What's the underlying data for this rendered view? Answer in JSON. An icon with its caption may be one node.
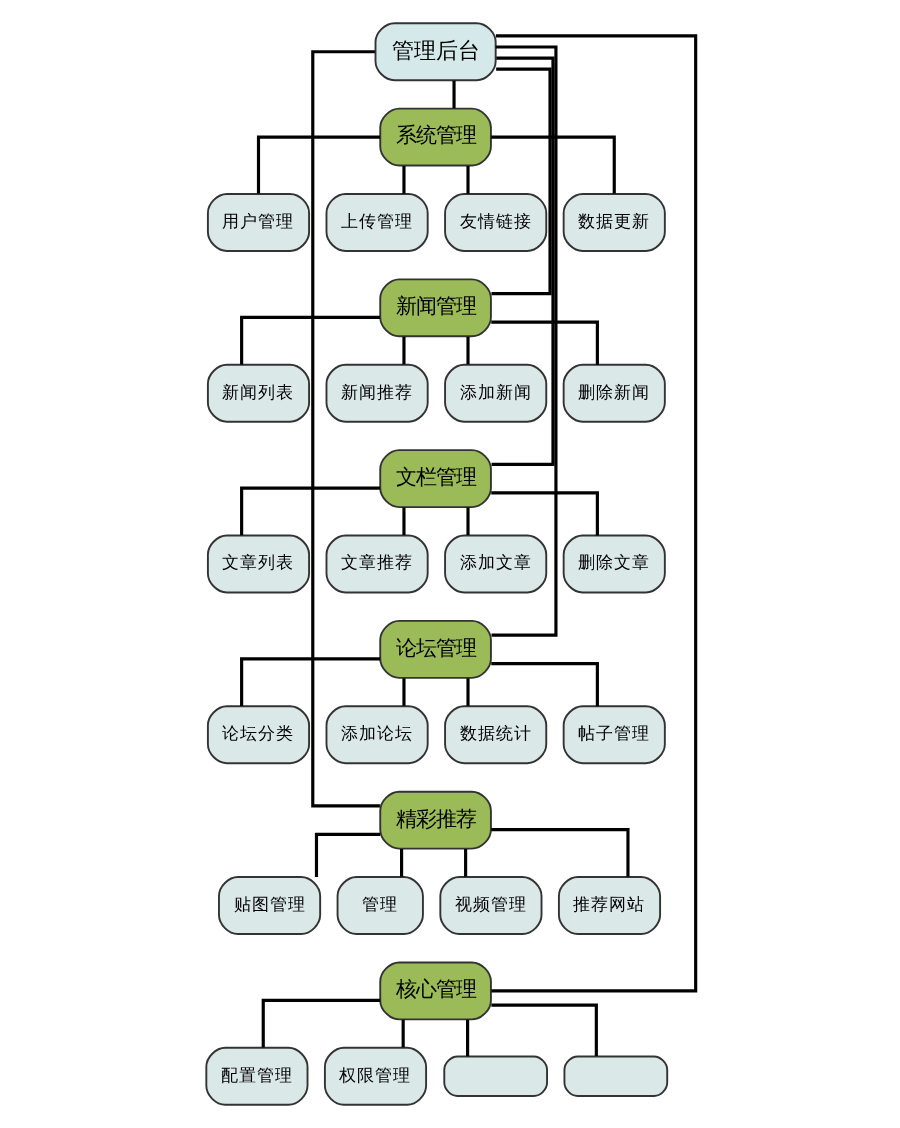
{
  "diagram": {
    "nodes": [
      {
        "text": [
          "管理后台"
        ]
      },
      {
        "text": [
          "系统管理"
        ]
      },
      {
        "text": [
          "用户管理"
        ]
      },
      {
        "text": [
          "上传管理"
        ]
      },
      {
        "text": [
          "友情链接"
        ]
      },
      {
        "text": [
          "数据更新"
        ]
      },
      {
        "text": [
          "新闻管理"
        ]
      },
      {
        "text": [
          "新闻列表"
        ]
      },
      {
        "text": [
          "新闻推荐"
        ]
      },
      {
        "text": [
          "添加新闻"
        ]
      },
      {
        "text": [
          "删除新闻"
        ]
      },
      {
        "text": [
          "文栏管理"
        ]
      },
      {
        "text": [
          "文章列表"
        ]
      },
      {
        "text": [
          "文章推荐"
        ]
      },
      {
        "text": [
          "添加文章"
        ]
      },
      {
        "text": [
          "删除文章"
        ]
      },
      {
        "text": [
          "论坛管理"
        ]
      },
      {
        "text": [
          "论坛分类"
        ]
      },
      {
        "text": [
          "添加论坛"
        ]
      },
      {
        "text": [
          "数据统计"
        ]
      },
      {
        "text": [
          "帖子管理"
        ]
      },
      {
        "text": [
          "精彩推荐"
        ]
      },
      {
        "text": [
          "贴图管理"
        ]
      },
      {
        "text": [
          "管理"
        ]
      },
      {
        "text": [
          "视频管理"
        ]
      },
      {
        "text": [
          "推荐网站"
        ]
      },
      {
        "text": [
          "核心管理"
        ]
      },
      {
        "text": [
          "配置管理"
        ]
      },
      {
        "text": [
          "权限管理"
        ]
      },
      {
        "text": [],
        "shape": "box"
      },
      {
        "text": [],
        "shape": "box"
      }
    ],
    "edges": [
      {
        "from": 0,
        "to": 1,
        "arrow": "none"
      },
      {
        "from": 1,
        "to": 2,
        "arrow": "none"
      },
      {
        "from": 1,
        "to": 3,
        "arrow": "none"
      },
      {
        "from": 1,
        "to": 4,
        "arrow": "none"
      },
      {
        "from": 1,
        "to": 5,
        "arrow": "none"
      },
      {
        "from": 0,
        "to": 6,
        "arrow": "none"
      },
      {
        "from": 6,
        "to": 7,
        "arrow": "none"
      },
      {
        "from": 6,
        "to": 8,
        "arrow": "none"
      },
      {
        "from": 6,
        "to": 9,
        "arrow": "none"
      },
      {
        "from": 6,
        "to": 10,
        "arrow": "none"
      },
      {
        "from": 0,
        "to": 11,
        "arrow": "none"
      },
      {
        "from": 11,
        "to": 12,
        "arrow": "none"
      },
      {
        "from": 11,
        "to": 13,
        "arrow": "none"
      },
      {
        "from": 11,
        "to": 14,
        "arrow": "none"
      },
      {
        "from": 11,
        "to": 15,
        "arrow": "none"
      },
      {
        "from": 0,
        "to": 16,
        "arrow": "none"
      },
      {
        "from": 16,
        "to": 17,
        "arrow": "none"
      },
      {
        "from": 16,
        "to": 18,
        "arrow": "none"
      },
      {
        "from": 16,
        "to": 19,
        "arrow": "none"
      },
      {
        "from": 16,
        "to": 20,
        "arrow": "none"
      },
      {
        "from": 0,
        "to": 21,
        "arrow": "none"
      },
      {
        "from": 21,
        "to": 22,
        "arrow": "none"
      },
      {
        "from": 21,
        "to": 23,
        "arrow": "none"
      },
      {
        "from": 21,
        "to": 24,
        "arrow": "none"
      },
      {
        "from": 21,
        "to": 25,
        "arrow": "none"
      },
      {
        "from": 0,
        "to": 26,
        "arrow": "none"
      },
      {
        "from": 26,
        "to": 27,
        "arrow": "none"
      },
      {
        "from": 26,
        "to": 28,
        "arrow": "none"
      },
      {
        "from": 26,
        "to": 29,
        "arrow": "none"
      },
      {
        "from": 26,
        "to": 30,
        "arrow": "none"
      }
    ]
  }
}
